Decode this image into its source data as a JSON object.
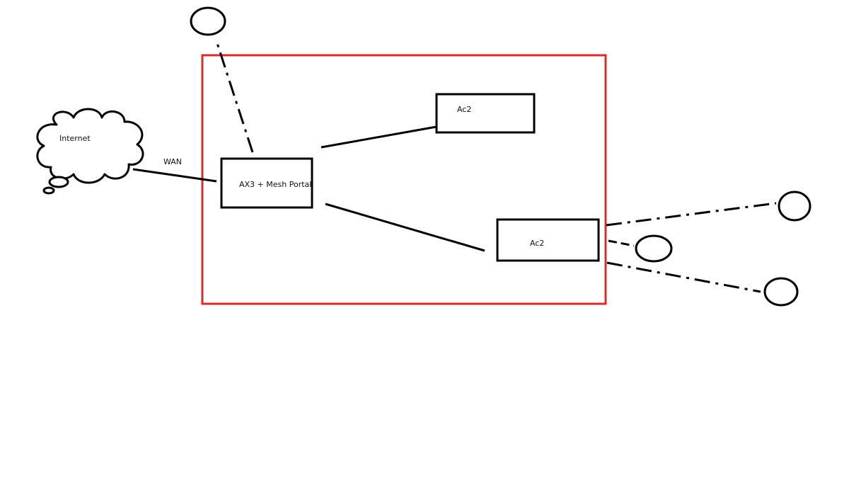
{
  "colors": {
    "background": "#ffffff",
    "ink": "#000000",
    "zone_border": "#d92b2b"
  },
  "labels": {
    "internet": "Internet",
    "wan": "WAN",
    "main_router": "AX3 + Mesh Portal",
    "node_top": "Ac2",
    "node_bottom": "Ac2"
  },
  "nodes": [
    {
      "id": "internet",
      "kind": "cloud",
      "label_key": "internet"
    },
    {
      "id": "main-router",
      "kind": "box",
      "label_key": "main_router"
    },
    {
      "id": "node-top",
      "kind": "box",
      "label_key": "node_top"
    },
    {
      "id": "node-bottom",
      "kind": "box",
      "label_key": "node_bottom"
    },
    {
      "id": "client-top",
      "kind": "circle"
    },
    {
      "id": "client-right-1",
      "kind": "circle"
    },
    {
      "id": "client-right-2",
      "kind": "circle"
    },
    {
      "id": "client-right-3",
      "kind": "circle"
    }
  ],
  "links": [
    {
      "from": "internet",
      "to": "main-router",
      "style": "solid",
      "label_key": "wan"
    },
    {
      "from": "main-router",
      "to": "node-top",
      "style": "solid"
    },
    {
      "from": "main-router",
      "to": "node-bottom",
      "style": "solid"
    },
    {
      "from": "main-router",
      "to": "client-top",
      "style": "dashed"
    },
    {
      "from": "node-bottom",
      "to": "client-right-1",
      "style": "dashed"
    },
    {
      "from": "node-bottom",
      "to": "client-right-2",
      "style": "dashed"
    },
    {
      "from": "node-bottom",
      "to": "client-right-3",
      "style": "dashed"
    }
  ]
}
